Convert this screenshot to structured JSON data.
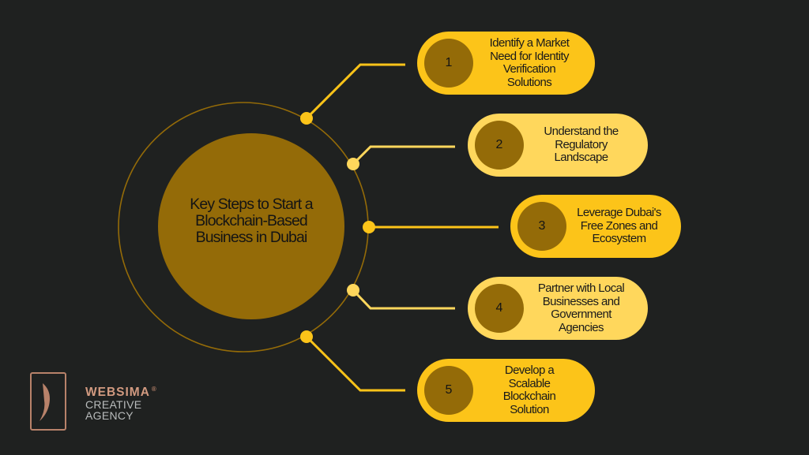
{
  "diagram": {
    "title": "Key Steps to Start a\nBlockchain-Based\nBusiness in Dubai",
    "colors": {
      "background": "#1f2120",
      "center_fill": "#946b08",
      "orbit_ring": "#946b08",
      "accent_dark": "#fcc419",
      "accent_light": "#ffd75c",
      "number_fill": "#946b08"
    },
    "steps": [
      {
        "number": "1",
        "label": "Identify a Market\nNeed for Identity\nVerification\nSolutions",
        "tone": "dark"
      },
      {
        "number": "2",
        "label": "Understand the\nRegulatory\nLandscape",
        "tone": "light"
      },
      {
        "number": "3",
        "label": "Leverage Dubai's\nFree Zones and\nEcosystem",
        "tone": "dark"
      },
      {
        "number": "4",
        "label": "Partner with Local\nBusinesses and\nGovernment\nAgencies",
        "tone": "light"
      },
      {
        "number": "5",
        "label": "Develop a\nScalable\nBlockchain\nSolution",
        "tone": "dark"
      }
    ]
  },
  "logo": {
    "brand": "WEBSIMA",
    "registered": "®",
    "line1": "CREATIVE",
    "line2": "AGENCY",
    "color": "#d29a80"
  }
}
